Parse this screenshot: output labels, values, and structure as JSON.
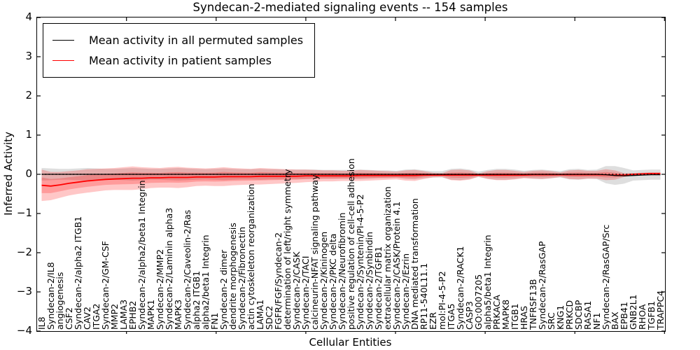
{
  "figure": {
    "title": "Syndecan-2-mediated signaling events -- 154 samples",
    "xlabel": "Cellular Entities",
    "ylabel": "Inferred Activity"
  },
  "chart_data": {
    "type": "line",
    "title": "Syndecan-2-mediated signaling events -- 154 samples",
    "xlabel": "Cellular Entities",
    "ylabel": "Inferred Activity",
    "ylim": [
      -4,
      4
    ],
    "yticks": [
      4,
      3,
      2,
      1,
      0,
      -1,
      -2,
      -3,
      -4
    ],
    "grid": false,
    "legend_position": "upper left",
    "legend_entries": [
      {
        "label": "Mean activity in all permuted samples",
        "color": "#000000"
      },
      {
        "label": "Mean activity in patient samples",
        "color": "#ff0000"
      }
    ],
    "zero_line": {
      "y": 0,
      "color": "#000000",
      "style": "dotted"
    },
    "categories": [
      "IL8",
      "Syndecan-2/IL8",
      "angiogenesis",
      "CSF2",
      "Syndecan-2/alpha2 ITGB1",
      "CAV2",
      "ITGA2",
      "Syndecan-2/GM-CSF",
      "MMP2",
      "LAMA3",
      "EPHB2",
      "Syndecan-2/alpha2/beta1 Integrin",
      "MAPK1",
      "Syndecan-2/MMP2",
      "Syndecan-2/Laminin alpha3",
      "MAPK3",
      "Syndecan-2/Caveolin-2/Ras",
      "alpha2 ITGB1",
      "alpha2/beta1 Integrin",
      "FN1",
      "Syndecan-2 dimer",
      "dendrite morphogenesis",
      "Syndecan-2/Fibronectin",
      "actin cytoskeleton reorganization",
      "LAMA1",
      "SDC2",
      "FGFR/FGF/Syndecan-2",
      "determination of left/right symmetry",
      "Syndecan-2/CASK",
      "Syndecan-2/TACI",
      "calcineurin-NFAT signaling pathway",
      "Syndecan-2/Kininogen",
      "Syndecan-2/PKC delta",
      "Syndecan-2/Neurofibromin",
      "positive regulation of cell-cell adhesion",
      "Syndecan-2/Syntenin/PI-4-5-P2",
      "Syndecan-2/Synbindin",
      "Syndecan-2/TGFB1",
      "extracellular matrix organization",
      "Syndecan-2/CASK/Protein 4.1",
      "Syndecan-2/Ezrin",
      "DNA mediated transformation",
      "RP11-540L11.1",
      "EZR",
      "mol:PI-4-5-P2",
      "ITGA5",
      "Syndecan-2/RACK1",
      "CASP3",
      "GO:0007205",
      "alpha5/beta1 Integrin",
      "PRKACA",
      "MAPK8",
      "ITGB1",
      "HRAS",
      "TNFRSF13B",
      "Syndecan-2/RasGAP",
      "SRC",
      "KNG1",
      "PRKCD",
      "SDCBP",
      "RASA1",
      "NF1",
      "Syndecan-2/RasGAP/Src",
      "BAX",
      "EPB41",
      "GNB2L1",
      "RHOA",
      "TGFB1",
      "TRAPPC4"
    ],
    "series": [
      {
        "name": "Mean activity in all permuted samples",
        "color": "#000000",
        "line_width": 1.3,
        "values": [
          0,
          0,
          0,
          0,
          0,
          0,
          0,
          0,
          0,
          0,
          0,
          0,
          0,
          0,
          0,
          0,
          0,
          0,
          0,
          0,
          0,
          0,
          0,
          0,
          0,
          0,
          0,
          0,
          0,
          0,
          0,
          0,
          0,
          0,
          0,
          0,
          0,
          0,
          0,
          0,
          0,
          0,
          0,
          0,
          0,
          0,
          0,
          0,
          0,
          0,
          0,
          0,
          0,
          0,
          0,
          0,
          0,
          0,
          0,
          0,
          0,
          0,
          -0.01,
          -0.03,
          -0.04,
          -0.03,
          -0.02,
          -0.01,
          -0.01
        ],
        "band": {
          "color": "#999999",
          "opacity": 0.32,
          "half_widths": [
            0.16,
            0.15,
            0.14,
            0.14,
            0.15,
            0.16,
            0.15,
            0.14,
            0.14,
            0.15,
            0.16,
            0.15,
            0.14,
            0.14,
            0.15,
            0.16,
            0.15,
            0.14,
            0.13,
            0.14,
            0.15,
            0.14,
            0.13,
            0.13,
            0.14,
            0.13,
            0.13,
            0.12,
            0.12,
            0.12,
            0.12,
            0.11,
            0.11,
            0.11,
            0.11,
            0.12,
            0.11,
            0.1,
            0.1,
            0.09,
            0.12,
            0.13,
            0.1,
            0.08,
            0.08,
            0.14,
            0.15,
            0.12,
            0.07,
            0.11,
            0.14,
            0.14,
            0.12,
            0.09,
            0.11,
            0.12,
            0.1,
            0.08,
            0.13,
            0.14,
            0.11,
            0.12,
            0.22,
            0.24,
            0.2,
            0.13,
            0.13,
            0.13,
            0.13
          ]
        }
      },
      {
        "name": "Mean activity in patient samples",
        "color": "#ff0000",
        "line_width": 1.8,
        "values": [
          -0.28,
          -0.3,
          -0.27,
          -0.23,
          -0.2,
          -0.17,
          -0.15,
          -0.13,
          -0.12,
          -0.11,
          -0.1,
          -0.1,
          -0.09,
          -0.09,
          -0.08,
          -0.08,
          -0.08,
          -0.07,
          -0.07,
          -0.07,
          -0.06,
          -0.06,
          -0.06,
          -0.06,
          -0.05,
          -0.05,
          -0.05,
          -0.05,
          -0.05,
          -0.04,
          -0.04,
          -0.04,
          -0.04,
          -0.04,
          -0.04,
          -0.03,
          -0.03,
          -0.03,
          -0.03,
          -0.03,
          -0.03,
          -0.03,
          -0.02,
          -0.02,
          -0.02,
          -0.02,
          -0.02,
          -0.02,
          -0.02,
          -0.02,
          -0.02,
          -0.02,
          -0.02,
          -0.02,
          -0.01,
          -0.01,
          -0.01,
          -0.01,
          -0.01,
          -0.01,
          -0.01,
          -0.01,
          -0.01,
          -0.02,
          -0.02,
          0.0,
          0.01,
          0.02,
          0.02
        ],
        "band": {
          "color": "#ff0000",
          "opacity": 0.22,
          "half_widths": [
            0.4,
            0.36,
            0.33,
            0.31,
            0.3,
            0.3,
            0.29,
            0.28,
            0.28,
            0.29,
            0.3,
            0.28,
            0.26,
            0.25,
            0.26,
            0.27,
            0.25,
            0.23,
            0.22,
            0.23,
            0.24,
            0.22,
            0.21,
            0.2,
            0.21,
            0.2,
            0.19,
            0.18,
            0.17,
            0.16,
            0.15,
            0.14,
            0.14,
            0.13,
            0.13,
            0.14,
            0.13,
            0.12,
            0.11,
            0.1,
            0.13,
            0.14,
            0.1,
            0.06,
            0.05,
            0.13,
            0.14,
            0.12,
            0.04,
            0.1,
            0.13,
            0.13,
            0.11,
            0.08,
            0.1,
            0.11,
            0.09,
            0.06,
            0.11,
            0.12,
            0.1,
            0.1,
            0.14,
            0.12,
            0.05,
            0.03,
            0.03,
            0.03,
            0.03
          ]
        },
        "inner_band_fraction": 0.5
      }
    ]
  }
}
